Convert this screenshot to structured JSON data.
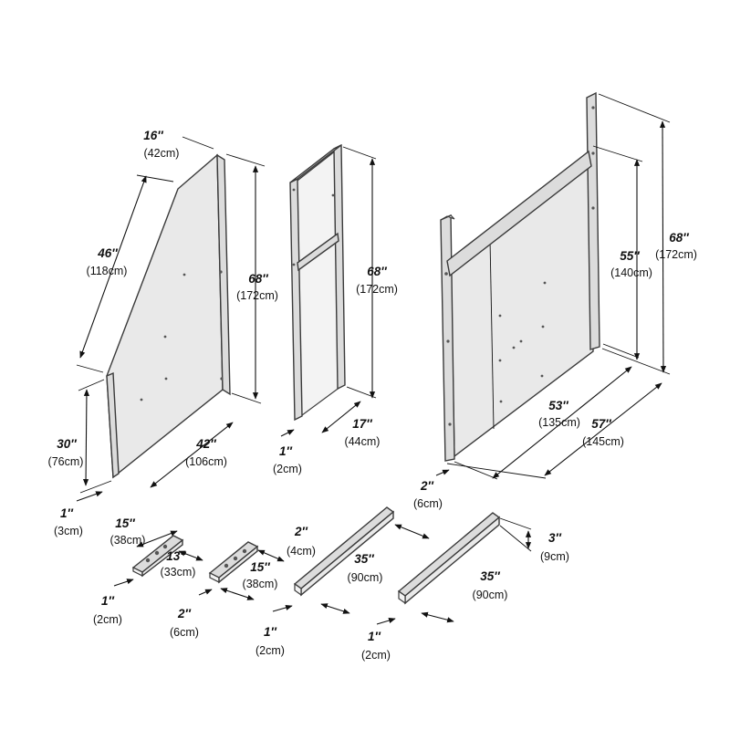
{
  "dimensions": {
    "side_panel": {
      "top_width": {
        "in": "16″",
        "cm": "(42cm)"
      },
      "slope": {
        "in": "46″",
        "cm": "(118cm)"
      },
      "height": {
        "in": "68″",
        "cm": "(172cm)"
      },
      "front_height": {
        "in": "30″",
        "cm": "(76cm)"
      },
      "depth": {
        "in": "42″",
        "cm": "(106cm)"
      },
      "thickness": {
        "in": "1″",
        "cm": "(3cm)"
      }
    },
    "ladder_frame": {
      "height": {
        "in": "68″",
        "cm": "(172cm)"
      },
      "width": {
        "in": "17″",
        "cm": "(44cm)"
      },
      "thickness": {
        "in": "1″",
        "cm": "(2cm)"
      }
    },
    "end_frame": {
      "tall_height": {
        "in": "68″",
        "cm": "(172cm)"
      },
      "inner_height": {
        "in": "55″",
        "cm": "(140cm)"
      },
      "inner_width": {
        "in": "53″",
        "cm": "(135cm)"
      },
      "outer_width": {
        "in": "57″",
        "cm": "(145cm)"
      },
      "thickness": {
        "in": "2″",
        "cm": "(6cm)"
      }
    },
    "bracket_a": {
      "length": {
        "in": "15″",
        "cm": "(38cm)"
      },
      "inner": {
        "in": "13″",
        "cm": "(33cm)"
      },
      "thickness": {
        "in": "1″",
        "cm": "(2cm)"
      }
    },
    "bracket_b": {
      "length": {
        "in": "15″",
        "cm": "(38cm)"
      },
      "thickness": {
        "in": "2″",
        "cm": "(6cm)"
      }
    },
    "rail_a": {
      "height": {
        "in": "2″",
        "cm": "(4cm)"
      },
      "length": {
        "in": "35″",
        "cm": "(90cm)"
      },
      "thickness": {
        "in": "1″",
        "cm": "(2cm)"
      }
    },
    "rail_b": {
      "height": {
        "in": "3″",
        "cm": "(9cm)"
      },
      "length": {
        "in": "35″",
        "cm": "(90cm)"
      },
      "thickness": {
        "in": "1″",
        "cm": "(2cm)"
      }
    }
  }
}
